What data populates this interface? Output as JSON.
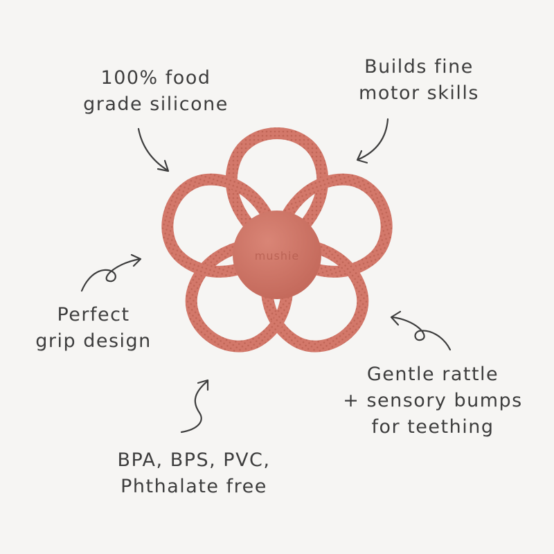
{
  "product": {
    "brand_mark": "mushie",
    "colors": {
      "background": "#f6f5f3",
      "silicone": "#d3786a",
      "silicone_dark": "#bd6456",
      "center": "#cf7263",
      "text": "#3d3d3d"
    }
  },
  "callouts": {
    "food_grade": {
      "line1": "100% food",
      "line2": "grade silicone"
    },
    "motor_skills": {
      "line1": "Builds fine",
      "line2": "motor skills"
    },
    "grip": {
      "line1": "Perfect",
      "line2": "grip design"
    },
    "rattle": {
      "line1": "Gentle rattle",
      "line2": "+ sensory bumps",
      "line3": "for teething"
    },
    "free_of": {
      "line1": "BPA, BPS, PVC,",
      "line2": "Phthalate free"
    }
  }
}
